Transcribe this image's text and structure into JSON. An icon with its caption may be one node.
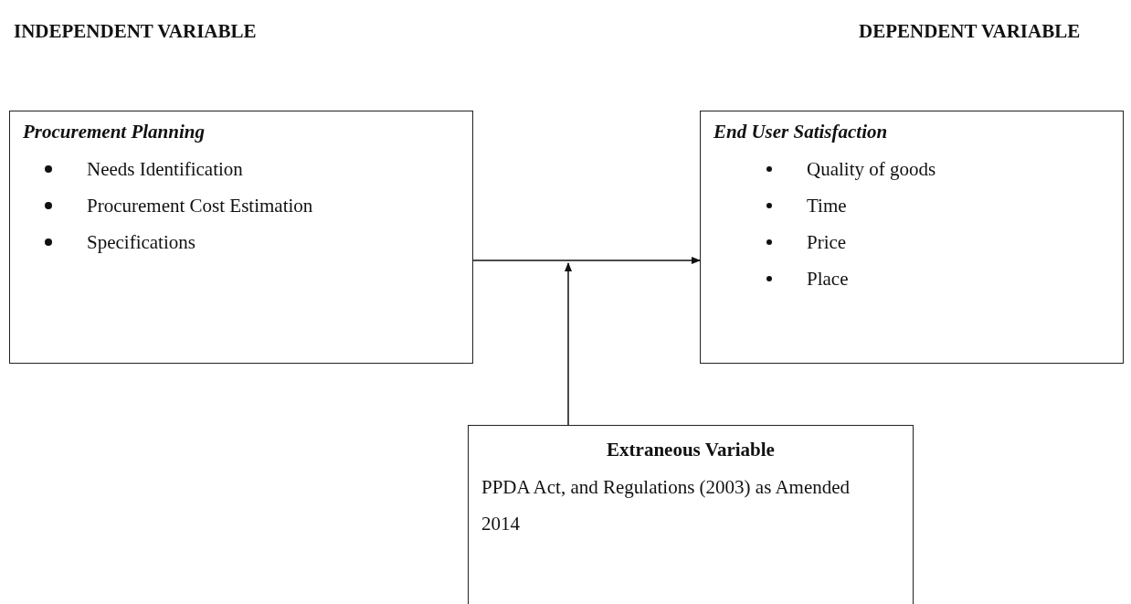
{
  "diagram": {
    "nodes": [
      {
        "text": [
          "Procurement Planning",
          "Needs Identification",
          "Procurement Cost Estimation",
          "Specifications"
        ]
      },
      {
        "text": [
          "End User Satisfaction",
          "Quality of goods",
          "Time",
          "Price",
          "Place"
        ]
      },
      {
        "text": [
          "Extraneous Variable",
          "PPDA Act, and Regulations (2003) as Amended 2014"
        ]
      }
    ],
    "edges": [
      {
        "from": 0,
        "to": 1,
        "arrow": "to"
      },
      {
        "from": 2,
        "to": null,
        "arrow": "to"
      }
    ],
    "labels": [
      "INDEPENDENT VARIABLE",
      "DEPENDENT VARIABLE"
    ]
  }
}
